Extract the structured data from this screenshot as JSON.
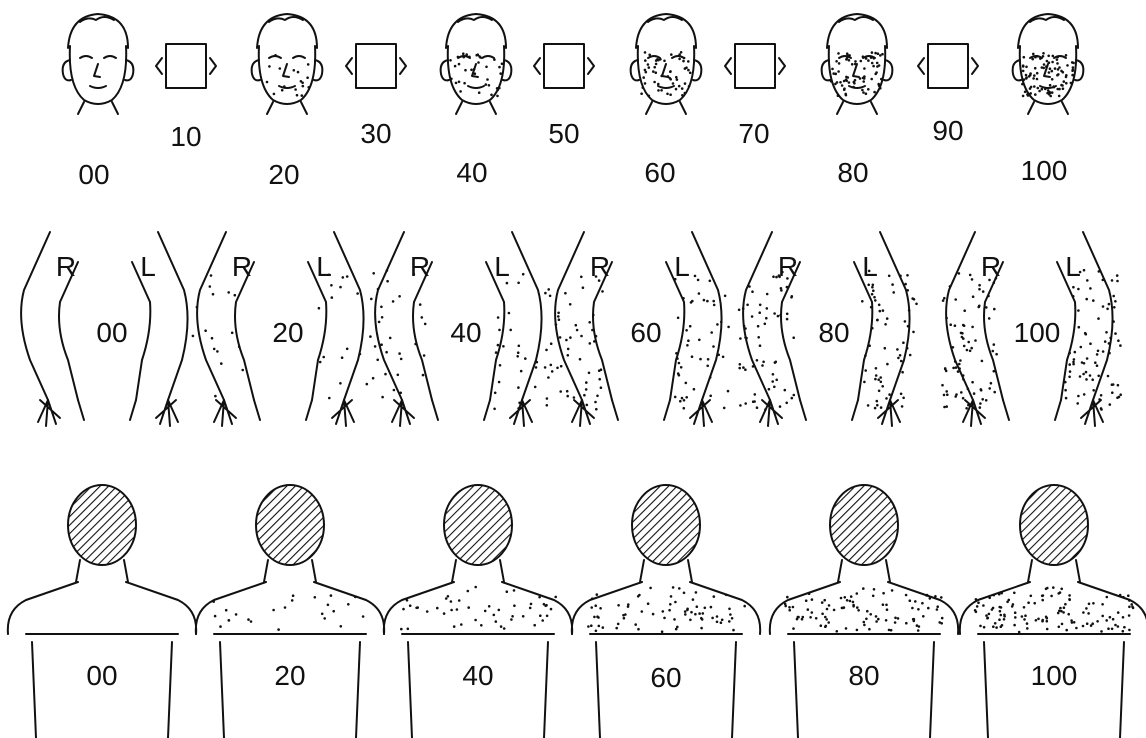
{
  "faces": {
    "labels": [
      "00",
      "20",
      "40",
      "60",
      "80",
      "100"
    ],
    "labels_values": [
      0,
      20,
      40,
      60,
      80,
      100
    ],
    "intermediate_labels": [
      "10",
      "30",
      "50",
      "70",
      "90"
    ],
    "intermediate_values": [
      10,
      30,
      50,
      70,
      90
    ]
  },
  "arms": {
    "side_labels": [
      "R",
      "L"
    ],
    "labels": [
      "00",
      "20",
      "40",
      "60",
      "80",
      "100"
    ],
    "values": [
      0,
      20,
      40,
      60,
      80,
      100
    ]
  },
  "backs": {
    "labels": [
      "00",
      "20",
      "40",
      "60",
      "80",
      "100"
    ],
    "values": [
      0,
      20,
      40,
      60,
      80,
      100
    ]
  }
}
